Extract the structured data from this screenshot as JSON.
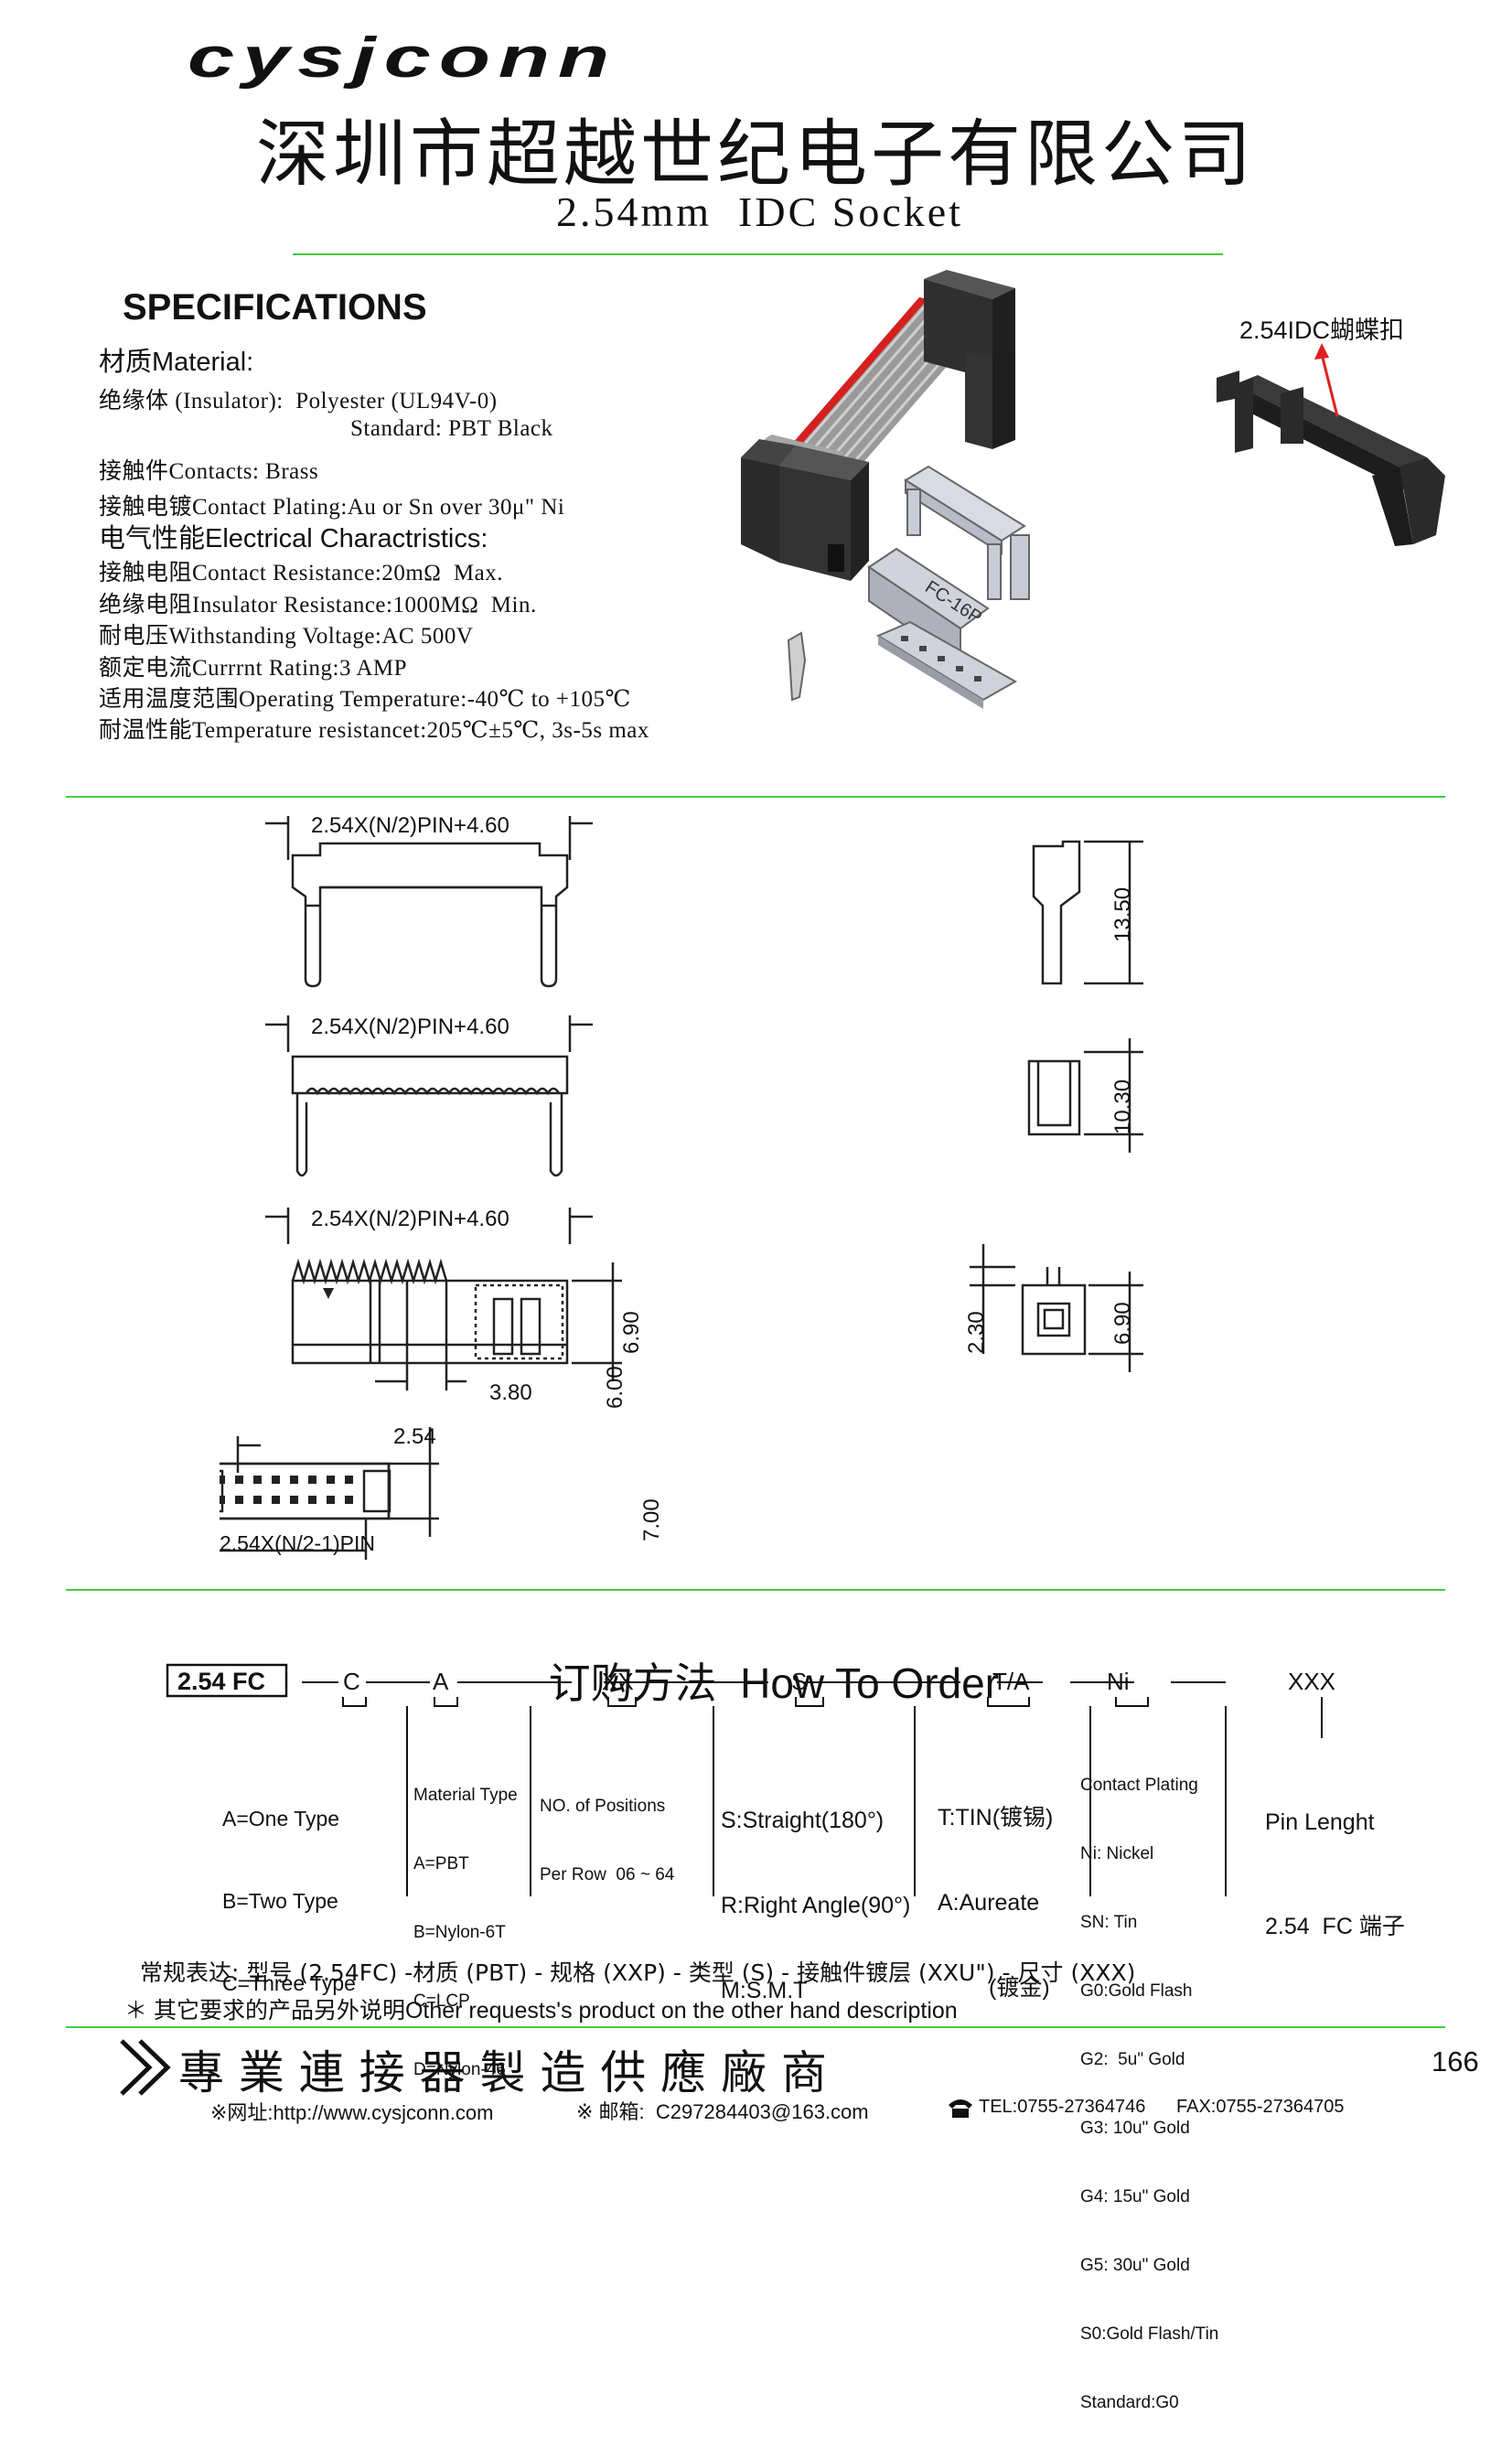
{
  "header": {
    "brand": "cysjconn",
    "company_cn": "深圳市超越世纪电子有限公司",
    "product_title": "2.54mm  IDC Socket"
  },
  "specs": {
    "heading": "SPECIFICATIONS",
    "material_heading": "材质Material:",
    "insulator": "绝缘体 (Insulator):  Polyester (UL94V-0)",
    "insulator_standard": "Standard: PBT Black",
    "contacts": "接触件Contacts: Brass",
    "plating": "接触电镀Contact Plating:Au or Sn over 30μ\" Ni",
    "electrical_heading": "电气性能Electrical Charactristics:",
    "contact_resistance": "接触电阻Contact Resistance:20mΩ  Max.",
    "insulator_resistance": "绝缘电阻Insulator Resistance:1000MΩ  Min.",
    "withstanding_voltage": "耐电压Withstanding Voltage:AC 500V",
    "current_rating": "额定电流Currrnt Rating:3 AMP",
    "operating_temp": "适用温度范围Operating Temperature:-40℃ to +105℃",
    "temp_resistance": "耐温性能Temperature resistancet:205℃±5℃, 3s-5s max"
  },
  "illustration": {
    "clip_label": "2.54IDC蝴蝶扣",
    "housing_marking": "FC-16P"
  },
  "drawing": {
    "dim_width": "2.54X(N/2)PIN+4.60",
    "dim_13_50": "13.50",
    "dim_10_30": "10.30",
    "dim_6_90": "6.90",
    "dim_2_30": "2.30",
    "dim_3_80": "3.80",
    "dim_2_54": "2.54",
    "dim_6_00": "6.00",
    "dim_7_00": "7.00",
    "dim_pitch_row": "2.54X(N/2-1)PIN"
  },
  "order": {
    "heading_cn": "订购方法",
    "heading_en": "How To Order",
    "code_box": "2.54 FC",
    "codes": [
      "C",
      "A",
      "XX",
      "S",
      "T/A",
      "Ni",
      "XXX"
    ],
    "type_options": [
      "A=One Type",
      "B=Two Type",
      "C=Three Type"
    ],
    "material_title": "Material Type",
    "material_options": [
      "A=PBT",
      "B=Nylon-6T",
      "C=LCP",
      "D=Nylon-46"
    ],
    "positions_title": "NO. of Positions",
    "positions_range": "Per Row  06 ~ 64",
    "angle_options": [
      "S:Straight(180°)",
      "R:Right Angle(90°)",
      "M:S.M.T"
    ],
    "tin_options": [
      "T:TIN(镀锡)",
      "A:Aureate",
      "(镀金)"
    ],
    "plating_title": "Contact Plating",
    "plating_options": [
      "Ni: Nickel",
      "SN: Tin",
      "G0:Gold Flash",
      "G2:  5u\" Gold",
      "G3: 10u\" Gold",
      "G4: 15u\" Gold",
      "G5: 30u\" Gold",
      "S0:Gold Flash/Tin",
      "Standard:G0"
    ],
    "length_title": "Pin Lenght",
    "length_desc": "2.54  FC 端子",
    "regular_expression": "常规表达: 型号 (2.54FC) -材质 (PBT) - 规格 (XXP) - 类型 (S) - 接触件镀层 (XXU\") - 尺寸 (XXX)",
    "other_requests": "＊ 其它要求的产品另外说明Other requests's product on the other hand description"
  },
  "footer": {
    "slogan": "專 業 連 接 器 製 造 供 應 廠 商",
    "page_number": "166",
    "website": "※网址:http://www.cysjconn.com",
    "email": "※ 邮箱:  C297284403@163.com",
    "tel": "TEL:0755-27364746",
    "fax": "FAX:0755-27364705"
  },
  "colors": {
    "accent_line": "#3fcf3f",
    "cable_red": "#d62020",
    "housing": "#2a2a2a"
  }
}
